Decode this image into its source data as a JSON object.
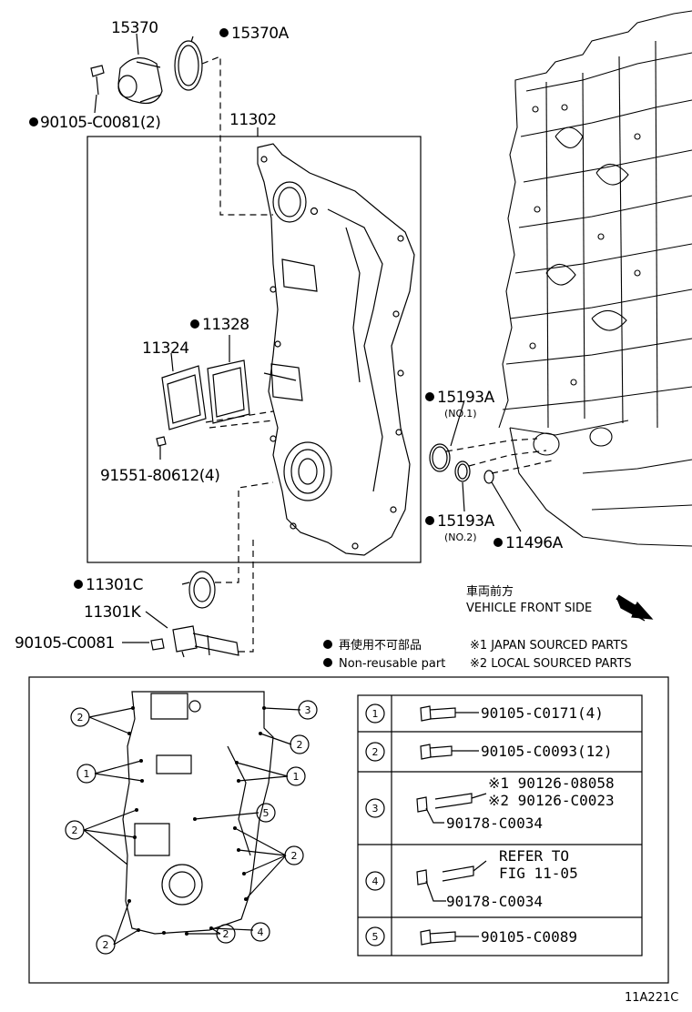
{
  "labels": {
    "p15370": "15370",
    "p15370A": "15370A",
    "p90105_c0081_2": "90105-C0081(2)",
    "p11302": "11302",
    "p11328": "11328",
    "p11324": "11324",
    "p91551": "91551-80612(4)",
    "p15193A_1": "15193A",
    "no1": "(NO.1)",
    "p15193A_2": "15193A",
    "no2": "(NO.2)",
    "p11496A": "11496A",
    "p11301C": "11301C",
    "p11301K": "11301K",
    "p90105_c0081": "90105-C0081"
  },
  "legend": {
    "front_jp": "車両前方",
    "front_en": "VEHICLE FRONT SIDE",
    "nonreuse_jp": "再使用不可部品",
    "nonreuse_en": "Non-reusable part",
    "note1": "※1 JAPAN SOURCED PARTS",
    "note2": "※2 LOCAL SOURCED PARTS"
  },
  "table": [
    {
      "num": "1",
      "lines": [
        "90105-C0171(4)"
      ]
    },
    {
      "num": "2",
      "lines": [
        "90105-C0093(12)"
      ]
    },
    {
      "num": "3",
      "lines": [
        "※1 90126-08058",
        "※2 90126-C0023",
        "90178-C0034"
      ]
    },
    {
      "num": "4",
      "lines": [
        "REFER TO",
        "FIG 11-05",
        "90178-C0034"
      ]
    },
    {
      "num": "5",
      "lines": [
        "90105-C0089"
      ]
    }
  ],
  "callouts": [
    "2",
    "1",
    "2",
    "2",
    "2",
    "3",
    "2",
    "1",
    "5",
    "2",
    "4",
    "2"
  ],
  "fig_id": "11A221C"
}
